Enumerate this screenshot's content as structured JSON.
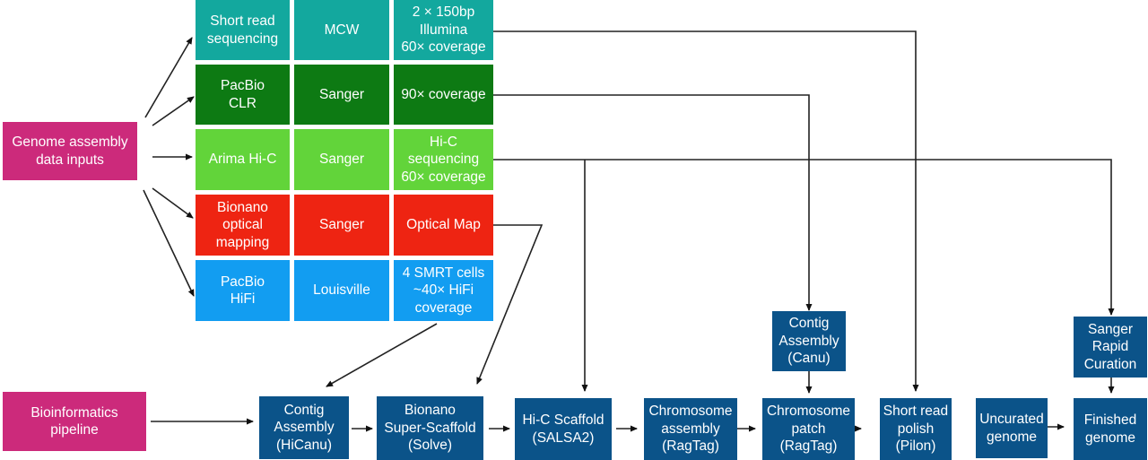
{
  "colors": {
    "short_read": "#13a89e",
    "pacbio_clr": "#0d7a13",
    "hic": "#62d43a",
    "bionano": "#ee2412",
    "hifi": "#129df1",
    "category": "#cc2a7b",
    "pipeline_step": "#0b5389"
  },
  "categories": {
    "data_inputs": "Genome assembly\ndata inputs",
    "pipeline": "Bioinformatics\npipeline"
  },
  "data_inputs": [
    {
      "technology": "Short read\nsequencing",
      "site": "MCW",
      "detail": "2 × 150bp\nIllumina\n60× coverage"
    },
    {
      "technology": "PacBio\nCLR",
      "site": "Sanger",
      "detail": "90× coverage"
    },
    {
      "technology": "Arima Hi-C",
      "site": "Sanger",
      "detail": "Hi-C\nsequencing\n60× coverage"
    },
    {
      "technology": "Bionano\noptical\nmapping",
      "site": "Sanger",
      "detail": "Optical Map"
    },
    {
      "technology": "PacBio\nHiFi",
      "site": "Louisville",
      "detail": "4 SMRT cells\n~40× HiFi\ncoverage"
    }
  ],
  "pipeline_steps": [
    "Contig\nAssembly\n(HiCanu)",
    "Bionano\nSuper-Scaffold\n(Solve)",
    "Hi-C Scaffold\n(SALSA2)",
    "Chromosome\nassembly\n(RagTag)",
    "Chromosome\npatch\n(RagTag)",
    "Short read\npolish\n(Pilon)",
    "Uncurated\ngenome",
    "Finished\ngenome"
  ],
  "side_inputs": {
    "canu": "Contig\nAssembly\n(Canu)",
    "curation": "Sanger\nRapid\nCuration"
  }
}
